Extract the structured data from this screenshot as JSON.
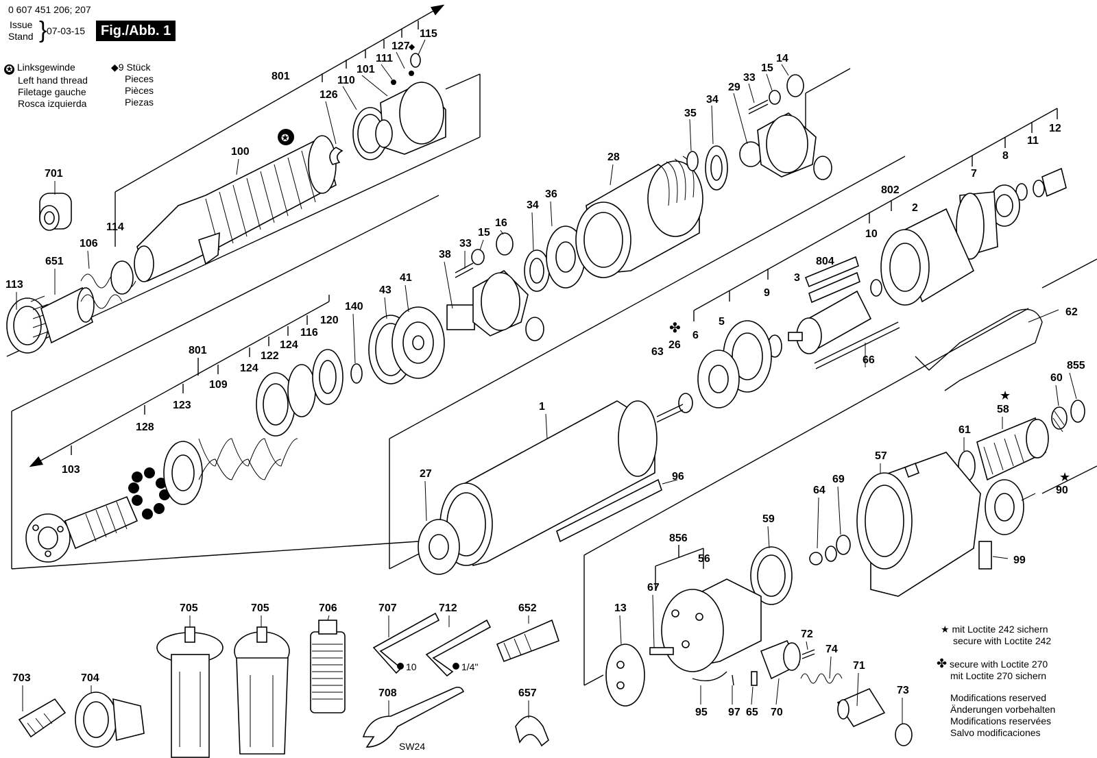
{
  "header": {
    "doc_number": "0 607 451 206; 207",
    "issue_label": "Issue",
    "stand_label": "Stand",
    "date": "07-03-15",
    "figure_label": "Fig./Abb. 1"
  },
  "legend": {
    "left_hand_thread": [
      "Linksgewinde",
      "Left hand thread",
      "Filetage gauche",
      "Rosca izquierda"
    ],
    "pieces": [
      "9 Stück",
      "Pieces",
      "Pièces",
      "Piezas"
    ]
  },
  "notes": {
    "loctite_242": [
      "mit Loctite 242 sichern",
      "secure with Loctite 242"
    ],
    "loctite_270": [
      "secure with Loctite 270",
      "mit Loctite 270 sichern"
    ],
    "modifications": [
      "Modifications reserved",
      "Änderungen vorbehalten",
      "Modifications reservées",
      "Salvo modificaciones"
    ]
  },
  "tool_labels": {
    "hex_key_10": "10",
    "hex_key_quarter": "1/4\"",
    "wrench_size": "SW24"
  },
  "part_numbers": {
    "p115": "115",
    "p127": "127",
    "p111": "111",
    "p101": "101",
    "p110": "110",
    "p126": "126",
    "p801a": "801",
    "p100": "100",
    "p114": "114",
    "p701": "701",
    "p106": "106",
    "p651": "651",
    "p113": "113",
    "p14": "14",
    "p15a": "15",
    "p33a": "33",
    "p29": "29",
    "p35": "35",
    "p34a": "34",
    "p28": "28",
    "p36": "36",
    "p34b": "34",
    "p16": "16",
    "p15b": "15",
    "p33b": "33",
    "p38": "38",
    "p41": "41",
    "p43": "43",
    "p140": "140",
    "p120": "120",
    "p116": "116",
    "p124a": "124",
    "p122": "122",
    "p124b": "124",
    "p801b": "801",
    "p109": "109",
    "p123": "123",
    "p128": "128",
    "p103": "103",
    "p12": "12",
    "p11": "11",
    "p8": "8",
    "p7": "7",
    "p802": "802",
    "p2": "2",
    "p10": "10",
    "p804": "804",
    "p3": "3",
    "p9": "9",
    "p5": "5",
    "p6": "6",
    "p26": "26",
    "p63": "63",
    "p66": "66",
    "p62": "62",
    "p1": "1",
    "p27": "27",
    "p96": "96",
    "p855": "855",
    "p60": "60",
    "p58": "58",
    "p61": "61",
    "p57": "57",
    "p90": "90",
    "p69": "69",
    "p64": "64",
    "p59": "59",
    "p99": "99",
    "p856": "856",
    "p56": "56",
    "p67": "67",
    "p13": "13",
    "p72": "72",
    "p74": "74",
    "p71": "71",
    "p73": "73",
    "p95": "95",
    "p97": "97",
    "p65": "65",
    "p70": "70",
    "p705a": "705",
    "p705b": "705",
    "p706": "706",
    "p707": "707",
    "p712": "712",
    "p652": "652",
    "p703": "703",
    "p704": "704",
    "p708": "708",
    "p657": "657"
  }
}
